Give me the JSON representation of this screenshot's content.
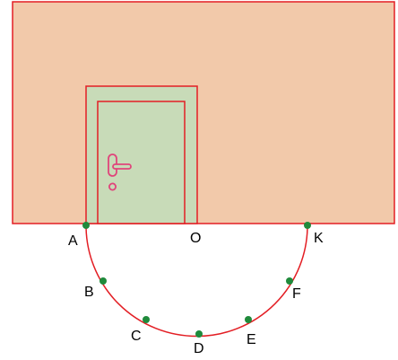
{
  "colors": {
    "wall_fill": "#f2c9aa",
    "outline": "#e31e24",
    "door_fill": "#c8dbb8",
    "handle": "#e0457b",
    "point": "#1f8a3b",
    "label": "#000000"
  },
  "points": {
    "A": "A",
    "B": "B",
    "C": "C",
    "D": "D",
    "E": "E",
    "F": "F",
    "K": "K",
    "O": "O"
  }
}
